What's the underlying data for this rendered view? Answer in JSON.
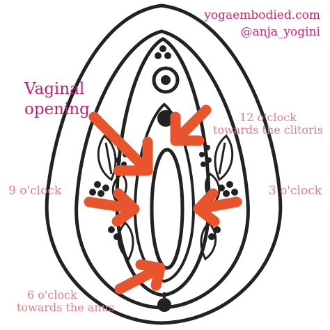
{
  "watermark": {
    "site": "yogaembodied.com",
    "handle": "@anja_yogini"
  },
  "title": {
    "line1": "Vaginal",
    "line2": "opening"
  },
  "labels": {
    "twelve": {
      "line1": "12 o'clock",
      "line2": "towards the clitoris"
    },
    "nine": "9 o'clock",
    "three": "3 o'clock",
    "six": {
      "line1": "6 o'clock",
      "line2": "towards the anus"
    }
  },
  "colors": {
    "arrow": "#e8552c",
    "ink": "#222222",
    "title": "#c8206a",
    "label": "#e08080",
    "site": "#d3206f"
  }
}
